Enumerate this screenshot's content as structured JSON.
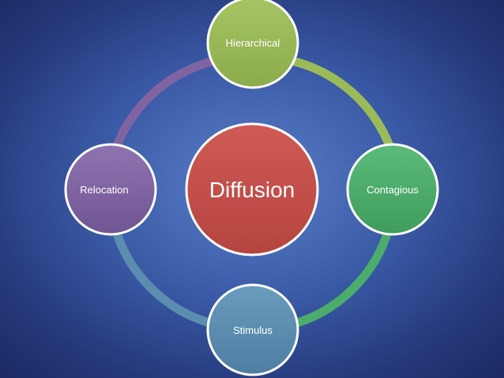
{
  "diagram": {
    "center": {
      "label": "Diffusion",
      "color": "#c0504d"
    },
    "nodes": [
      {
        "id": "hierarchical",
        "label": "Hierarchical",
        "color": "#9bbb59"
      },
      {
        "id": "contagious",
        "label": "Contagious",
        "color": "#4bac6b"
      },
      {
        "id": "stimulus",
        "label": "Stimulus",
        "color": "#5a8db0"
      },
      {
        "id": "relocation",
        "label": "Relocation",
        "color": "#8064a2"
      }
    ],
    "arcs": [
      {
        "from": "hierarchical",
        "to": "contagious",
        "color": "#9bbb59"
      },
      {
        "from": "contagious",
        "to": "stimulus",
        "color": "#4bac6b"
      },
      {
        "from": "stimulus",
        "to": "relocation",
        "color": "#5a8db0"
      },
      {
        "from": "relocation",
        "to": "hierarchical",
        "color": "#8064a2"
      }
    ]
  }
}
